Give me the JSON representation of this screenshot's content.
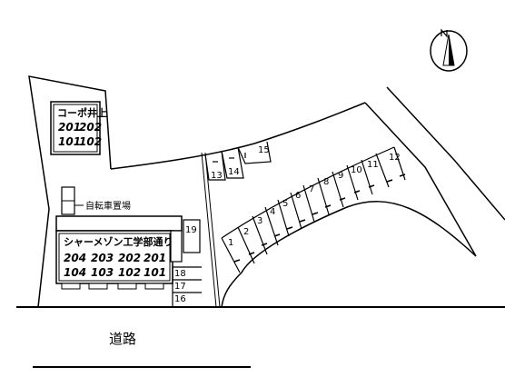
{
  "map": {
    "road_label": "道路",
    "bicycle_parking_label": "自転車置場",
    "buildings": [
      {
        "name": "コーポ井上",
        "units_upper": [
          "201",
          "202"
        ],
        "units_lower": [
          "101",
          "102"
        ]
      },
      {
        "name": "シャーメゾン工学部通り",
        "units_upper": [
          "204",
          "203",
          "202",
          "201"
        ],
        "units_lower": [
          "104",
          "103",
          "102",
          "101"
        ]
      }
    ],
    "parking_spaces": [
      "1",
      "2",
      "3",
      "4",
      "5",
      "6",
      "7",
      "8",
      "9",
      "10",
      "11",
      "12",
      "13",
      "14",
      "15",
      "16",
      "17",
      "18",
      "19"
    ],
    "north_arrow": "north-arrow-icon",
    "line_color": "#000000"
  }
}
